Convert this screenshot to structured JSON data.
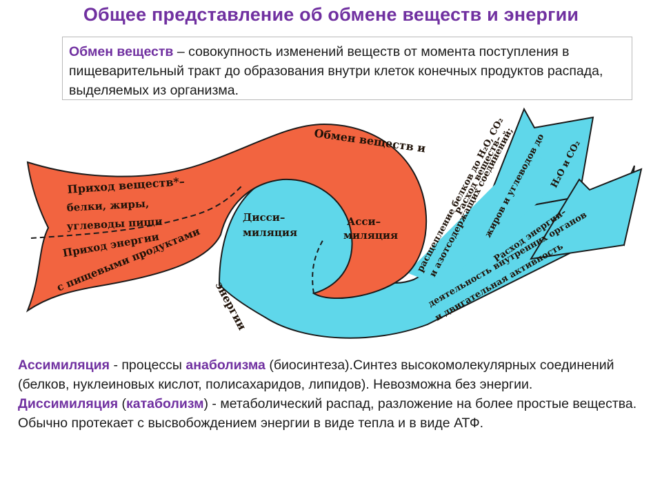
{
  "title": "Общее представление об обмене веществ и энергии",
  "definition": {
    "term": "Обмен веществ",
    "text": " – совокупность изменений веществ от момента поступления в пищеварительный тракт до образования внутри клеток конечных продуктов распада, выделяемых из организма."
  },
  "diagram": {
    "metabolism_label": "Обмен веществ и",
    "energy_label": "энергии",
    "intake_substances": "Приход веществ*–",
    "intake_list_1": "белки, жиры,",
    "intake_list_2": "углеводы пищи",
    "intake_energy": "Приход энергии",
    "intake_energy_2": "с пищевыми продуктами",
    "dissimilation_1": "Дисси–",
    "dissimilation_2": "миляция",
    "assimilation_1": "Асси–",
    "assimilation_2": "миляция",
    "out_substances_1": "Расход веществ–",
    "out_substances_2": "расщепление белков до H₂O, CO₂",
    "out_substances_3": "и азотсодержащих соединений;",
    "out_substances_4": "жиров и углеводов до",
    "out_substances_5": "H₂O и CO₂",
    "out_energy_1": "Расход энергии–",
    "out_energy_2": "деятельность внутренних органов",
    "out_energy_3": "и двигательная активность",
    "colors": {
      "red": "#f0603a",
      "blue": "#60d8ec",
      "title": "#7030a0"
    }
  },
  "bottom": {
    "assim_term": "Ассимиляция",
    "assim_mid": " - процессы ",
    "anab_term": "анаболизма",
    "assim_rest": " (биосинтеза).Синтез высокомолекулярных соединений (белков, нуклеиновых кислот, полисахаридов, липидов). Невозможна без энергии.",
    "dissim_term": "Диссимиляция",
    "dissim_open": " (",
    "catab_term": "катаболизм",
    "dissim_rest": ") - метаболический распад, разложение на более простые вещества. Обычно протекает с высвобождением энергии в виде тепла и в виде АТФ."
  }
}
